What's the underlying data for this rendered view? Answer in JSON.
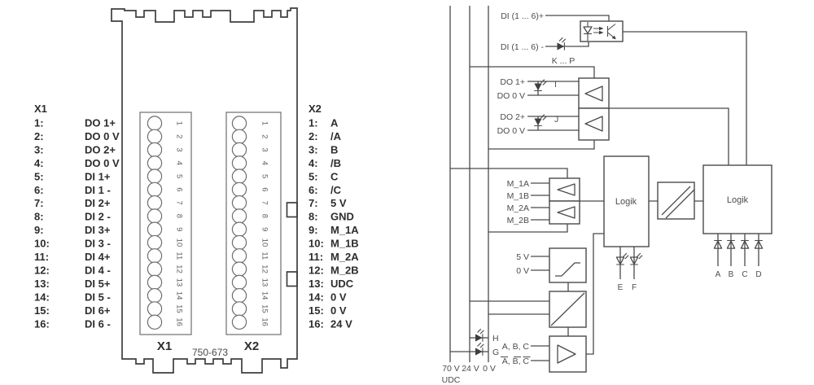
{
  "module": {
    "code": "750-673",
    "connector_left_label": "X1",
    "connector_right_label": "X2",
    "pin_numbers": [
      "1",
      "2",
      "3",
      "4",
      "5",
      "6",
      "7",
      "8",
      "9",
      "10",
      "11",
      "12",
      "13",
      "14",
      "15",
      "16"
    ]
  },
  "pinout_x1": {
    "header": "X1",
    "pins": [
      {
        "n": "1:",
        "label": "DO 1+"
      },
      {
        "n": "2:",
        "label": "DO 0 V"
      },
      {
        "n": "3:",
        "label": "DO 2+"
      },
      {
        "n": "4:",
        "label": "DO 0 V"
      },
      {
        "n": "5:",
        "label": "DI 1+"
      },
      {
        "n": "6:",
        "label": "DI 1 -"
      },
      {
        "n": "7:",
        "label": "DI 2+"
      },
      {
        "n": "8:",
        "label": "DI 2 -"
      },
      {
        "n": "9:",
        "label": "DI 3+"
      },
      {
        "n": "10:",
        "label": "DI 3 -"
      },
      {
        "n": "11:",
        "label": "DI 4+"
      },
      {
        "n": "12:",
        "label": "DI 4 -"
      },
      {
        "n": "13:",
        "label": "DI 5+"
      },
      {
        "n": "14:",
        "label": "DI 5 -"
      },
      {
        "n": "15:",
        "label": "DI 6+"
      },
      {
        "n": "16:",
        "label": "DI 6 -"
      }
    ]
  },
  "pinout_x2": {
    "header": "X2",
    "pins": [
      {
        "n": "1:",
        "label": "A"
      },
      {
        "n": "2:",
        "label": "/A"
      },
      {
        "n": "3:",
        "label": "B"
      },
      {
        "n": "4:",
        "label": "/B"
      },
      {
        "n": "5:",
        "label": "C"
      },
      {
        "n": "6:",
        "label": "/C"
      },
      {
        "n": "7:",
        "label": "5 V"
      },
      {
        "n": "8:",
        "label": "GND"
      },
      {
        "n": "9:",
        "label": "M_1A"
      },
      {
        "n": "10:",
        "label": "M_1B"
      },
      {
        "n": "11:",
        "label": "M_2A"
      },
      {
        "n": "12:",
        "label": "M_2B"
      },
      {
        "n": "13:",
        "label": "UDC"
      },
      {
        "n": "14:",
        "label": "0 V"
      },
      {
        "n": "15:",
        "label": "0 V"
      },
      {
        "n": "16:",
        "label": "24 V"
      }
    ]
  },
  "schematic": {
    "di_plus": "DI (1 ... 6)+",
    "di_minus": "DI (1 ... 6) -",
    "di_led_range": "K ... P",
    "do1_plus": "DO 1+",
    "do1_zero": "DO 0 V",
    "do1_led": "I",
    "do2_plus": "DO 2+",
    "do2_zero": "DO 0 V",
    "do2_led": "J",
    "m_inputs": [
      "M_1A",
      "M_1B",
      "M_2A",
      "M_2B"
    ],
    "logik_left": "Logik",
    "logik_right": "Logik",
    "led_e": "E",
    "led_f": "F",
    "diode_a": "A",
    "diode_b": "B",
    "diode_c": "C",
    "diode_d": "D",
    "v5": "5 V",
    "v0": "0 V",
    "led_h": "H",
    "led_g": "G",
    "abc": "A, B, C",
    "abc_inverted": "A, B, C",
    "bus_70v": "70 V",
    "bus_24v": "24 V",
    "bus_0v": "0 V",
    "bus_udc": "UDC"
  }
}
